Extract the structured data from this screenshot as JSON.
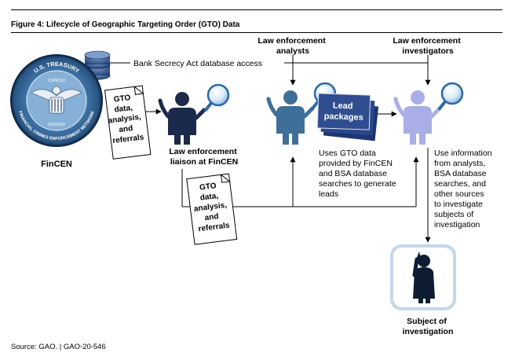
{
  "figure_title": "Figure 4: Lifecycle of Geographic Targeting Order (GTO) Data",
  "source": "Source: GAO.  |  GAO-20-546",
  "bsa_access": "Bank Secrecy Act database access",
  "seal": {
    "arc_top": "U.S. TREASURY",
    "arc_bottom": "FINANCIAL CRIMES ENFORCEMENT NETWORK",
    "binary": "01000110"
  },
  "fincen_label": "FinCEN",
  "doc1_lines": [
    "GTO",
    "data,",
    "analysis,",
    "and",
    "referrals"
  ],
  "doc2_lines": [
    "GTO",
    "data,",
    "analysis,",
    "and",
    "referrals"
  ],
  "liaison_label_lines": [
    "Law enforcement",
    "liaison at FinCEN"
  ],
  "analysts_label_lines": [
    "Law enforcement",
    "analysts"
  ],
  "investigators_label_lines": [
    "Law enforcement",
    "investigators"
  ],
  "lead_packages_lines": [
    "Lead",
    "packages"
  ],
  "analysts_desc_lines": [
    "Uses GTO data",
    "provided by FinCEN",
    "and BSA database",
    "searches to generate",
    "leads"
  ],
  "investigators_desc_lines": [
    "Use information",
    "from analysts,",
    "BSA database",
    "searches, and",
    "other sources",
    "to investigate",
    "subjects of",
    "investigation"
  ],
  "subject_label_lines": [
    "Subject of",
    "investigation"
  ],
  "colors": {
    "navy": "#1b2a4a",
    "steel_blue": "#3f6f98",
    "lavender": "#a9aee6",
    "magnifier": "#5b9bd5",
    "lead_box": "#2f4d8f"
  }
}
